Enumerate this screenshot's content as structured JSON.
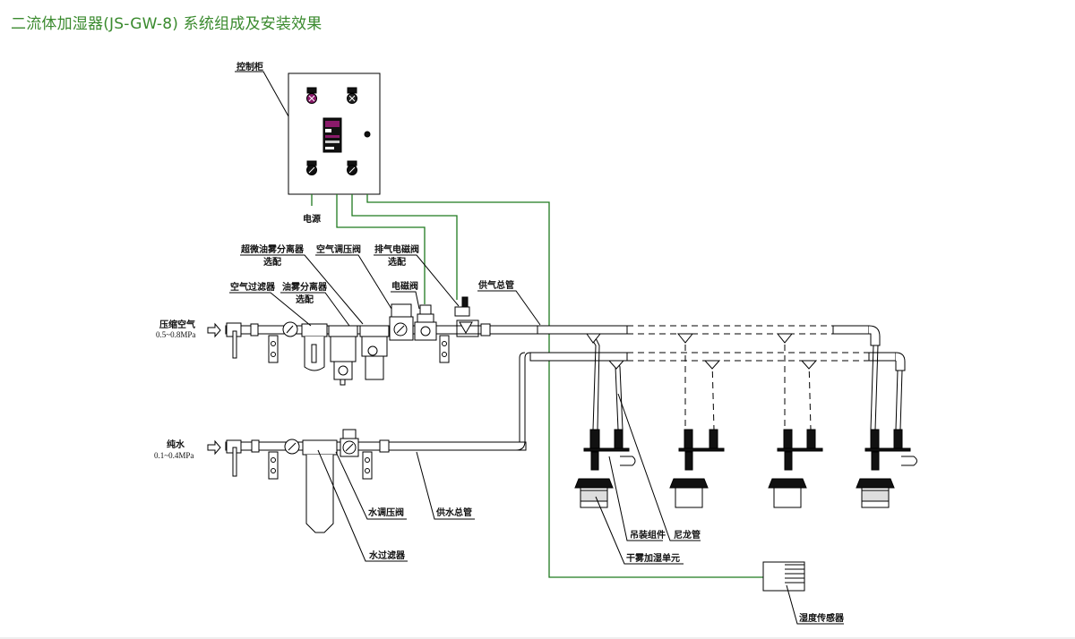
{
  "title": "二流体加湿器(JS-GW-8) 系统组成及安装效果",
  "colors": {
    "title": "#3a8a2e",
    "wire": "#1f7a1f",
    "indicator": "#8a1a6a"
  },
  "labels": {
    "control_cabinet": "控制柜",
    "power": "电源",
    "ultra_oil_mist_separator": "超微油雾分离器",
    "ultra_oil_mist_optional": "选配",
    "air_pressure_regulator": "空气调压阀",
    "exhaust_solenoid_valve": "排气电磁阀",
    "exhaust_optional": "选配",
    "air_filter": "空气过滤器",
    "oil_mist_separator": "油雾分离器",
    "oil_mist_optional": "选配",
    "solenoid_valve": "电磁阀",
    "air_supply_main": "供气总管",
    "compressed_air": "压缩空气",
    "compressed_air_pressure": "0.5~0.8MPa",
    "pure_water": "纯水",
    "pure_water_pressure": "0.1~0.4MPa",
    "water_pressure_regulator": "水调压阀",
    "water_supply_main": "供水总管",
    "water_filter": "水过滤器",
    "hanging_assembly": "吊装组件",
    "nylon_tube": "尼龙管",
    "dry_fog_unit": "干雾加湿单元",
    "humidity_sensor": "湿度传感器"
  }
}
